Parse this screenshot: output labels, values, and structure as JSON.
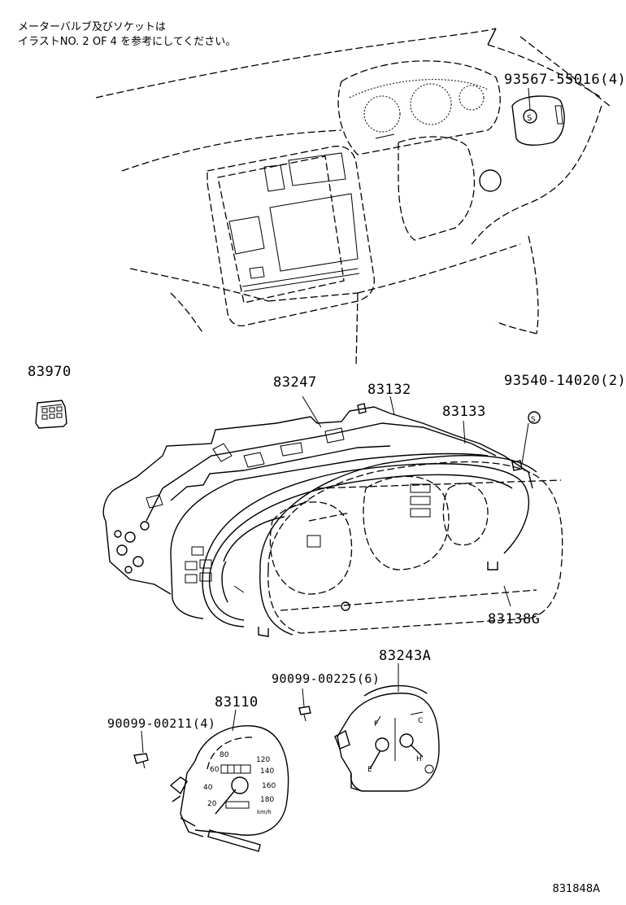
{
  "note": {
    "line1": "メーターバルブ及びソケットは",
    "line2": "イラストNO. 2 OF 4 を参考にしてください。"
  },
  "parts": {
    "p93567": "93567-55016(4)",
    "p83970": "83970",
    "p83247": "83247",
    "p83132": "83132",
    "p93540": "93540-14020(2)",
    "p83133": "83133",
    "p83138g": "83138G",
    "p83243a": "83243A",
    "p90099_225": "90099-00225(6)",
    "p83110": "83110",
    "p90099_211": "90099-00211(4)"
  },
  "dial": {
    "tick20": "20",
    "tick40": "40",
    "tick60": "60",
    "tick80": "80",
    "tick120": "120",
    "tick140": "140",
    "tick160": "160",
    "tick180": "180",
    "unit": "km/h",
    "gauge_f": "F",
    "gauge_e": "E",
    "gauge_c": "C",
    "gauge_h": "H"
  },
  "diagram_code": "831848A"
}
